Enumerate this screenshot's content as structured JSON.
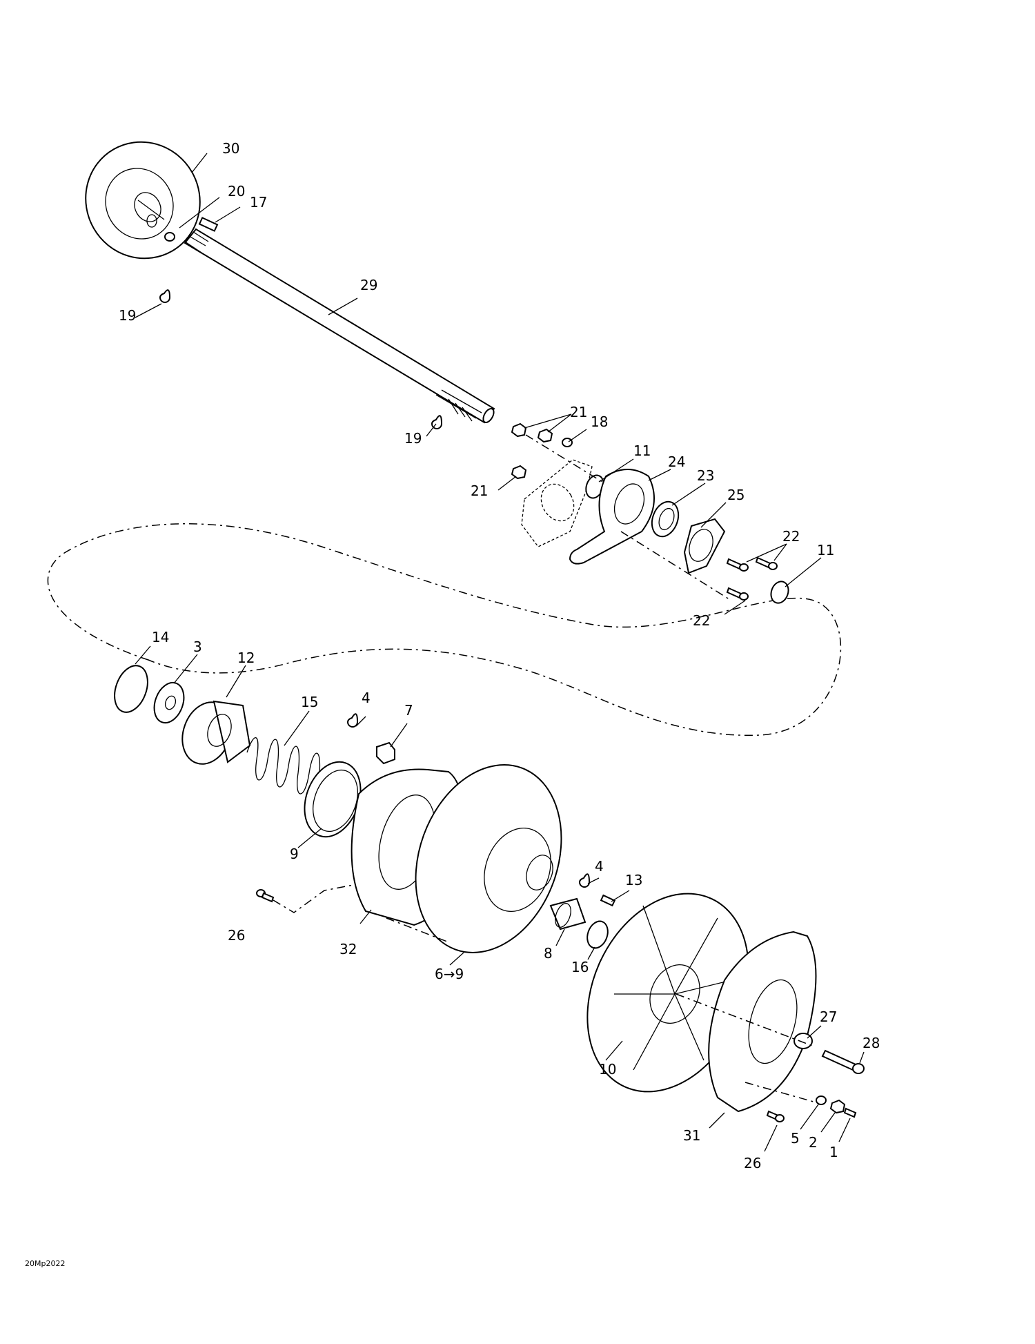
{
  "reference_code": "20Mp2022",
  "callouts": {
    "c30": "30",
    "c20": "20",
    "c17": "17",
    "c29": "29",
    "c19a": "19",
    "c19b": "19",
    "c21a": "21",
    "c18": "18",
    "c21b": "21",
    "c11a": "11",
    "c24": "24",
    "c23": "23",
    "c25": "25",
    "c22a": "22",
    "c11b": "11",
    "c22b": "22",
    "c14": "14",
    "c3": "3",
    "c12": "12",
    "c15": "15",
    "c4a": "4",
    "c7": "7",
    "c9": "9",
    "c26a": "26",
    "c32": "32",
    "c6to9": "6→9",
    "c4b": "4",
    "c13": "13",
    "c8": "8",
    "c16": "16",
    "c10": "10",
    "c27": "27",
    "c28": "28",
    "c31": "31",
    "c5": "5",
    "c2": "2",
    "c1": "1",
    "c26b": "26"
  }
}
